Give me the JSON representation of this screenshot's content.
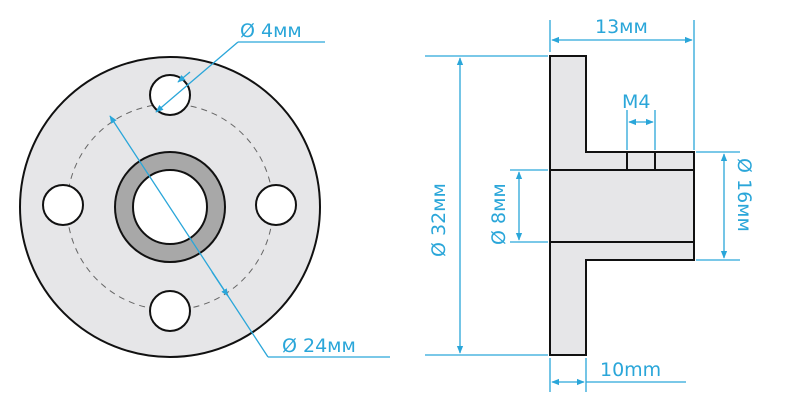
{
  "colors": {
    "part_fill": "#e6e6e8",
    "bore_ring": "#a8a8a8",
    "outline": "#111111",
    "dimension": "#2aa6d9",
    "hidden_circle": "#666666"
  },
  "labels": {
    "front_hole_dia": "Ø 4мм",
    "front_pcd": "Ø 24мм",
    "side_total_length": "13мм",
    "side_thread": "M4",
    "side_flange_dia": "Ø 32мм",
    "side_bore_dia": "Ø 8мм",
    "side_body_dia": "Ø 16мм",
    "side_flange_thickness": "10mm"
  }
}
